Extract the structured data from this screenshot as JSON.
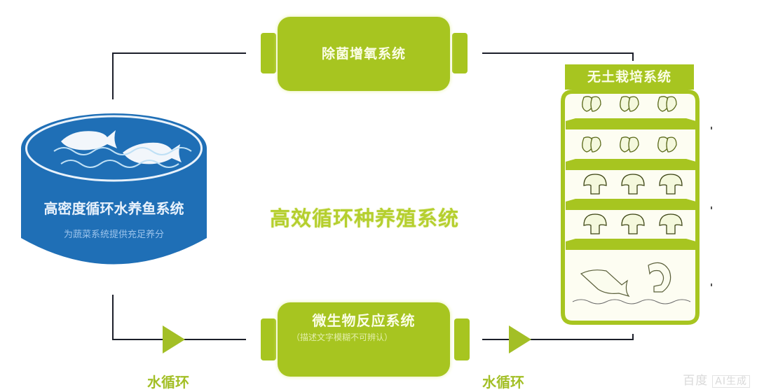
{
  "diagram": {
    "center_title": "高效循环种养殖系统",
    "colors": {
      "accent_green": "#a7c520",
      "tank_blue": "#1f6fb6",
      "line": "#1c1f2a",
      "box_text": "#fbfde6"
    },
    "tank": {
      "title": "高密度循环水养鱼系统",
      "subtitle": "为蔬菜系统提供充足养分",
      "icons": [
        "fish-icon",
        "fish-icon",
        "wave-icon"
      ]
    },
    "top_box": {
      "title": "除菌增氧系统"
    },
    "bottom_box": {
      "title": "微生物反应系统",
      "description": "（描述文字模糊不可辨认）"
    },
    "shelf": {
      "title": "无土栽培系统",
      "rows": [
        {
          "kind": "leafy-vegetable",
          "count": 3
        },
        {
          "kind": "leafy-vegetable",
          "count": 3
        },
        {
          "kind": "mushroom",
          "count": 3
        },
        {
          "kind": "mushroom",
          "count": 3
        },
        {
          "kind": "fish-and-shrimp",
          "count": 2
        }
      ]
    },
    "flow_labels": [
      "水循环",
      "水循环"
    ],
    "watermark": {
      "brand": "百度",
      "tag": "AI生成"
    }
  }
}
